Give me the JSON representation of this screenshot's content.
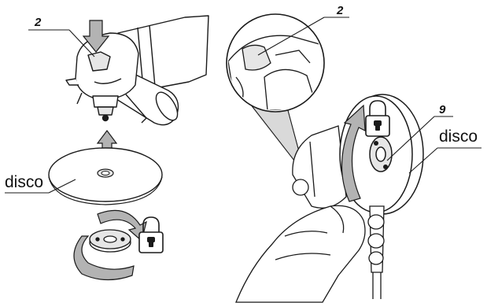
{
  "labels": {
    "callout_left": "2",
    "callout_right_top": "2",
    "callout_right_9": "9",
    "disc_left": "disco",
    "disc_right": "disco"
  },
  "colors": {
    "line": "#1a1a1a",
    "arrow_fill": "#b3b3b3",
    "shade": "#e6e6e6"
  },
  "icons": [
    "push-arrow-icon",
    "lift-arrow-icon",
    "rotate-arrow-icon",
    "padlock-icon"
  ]
}
